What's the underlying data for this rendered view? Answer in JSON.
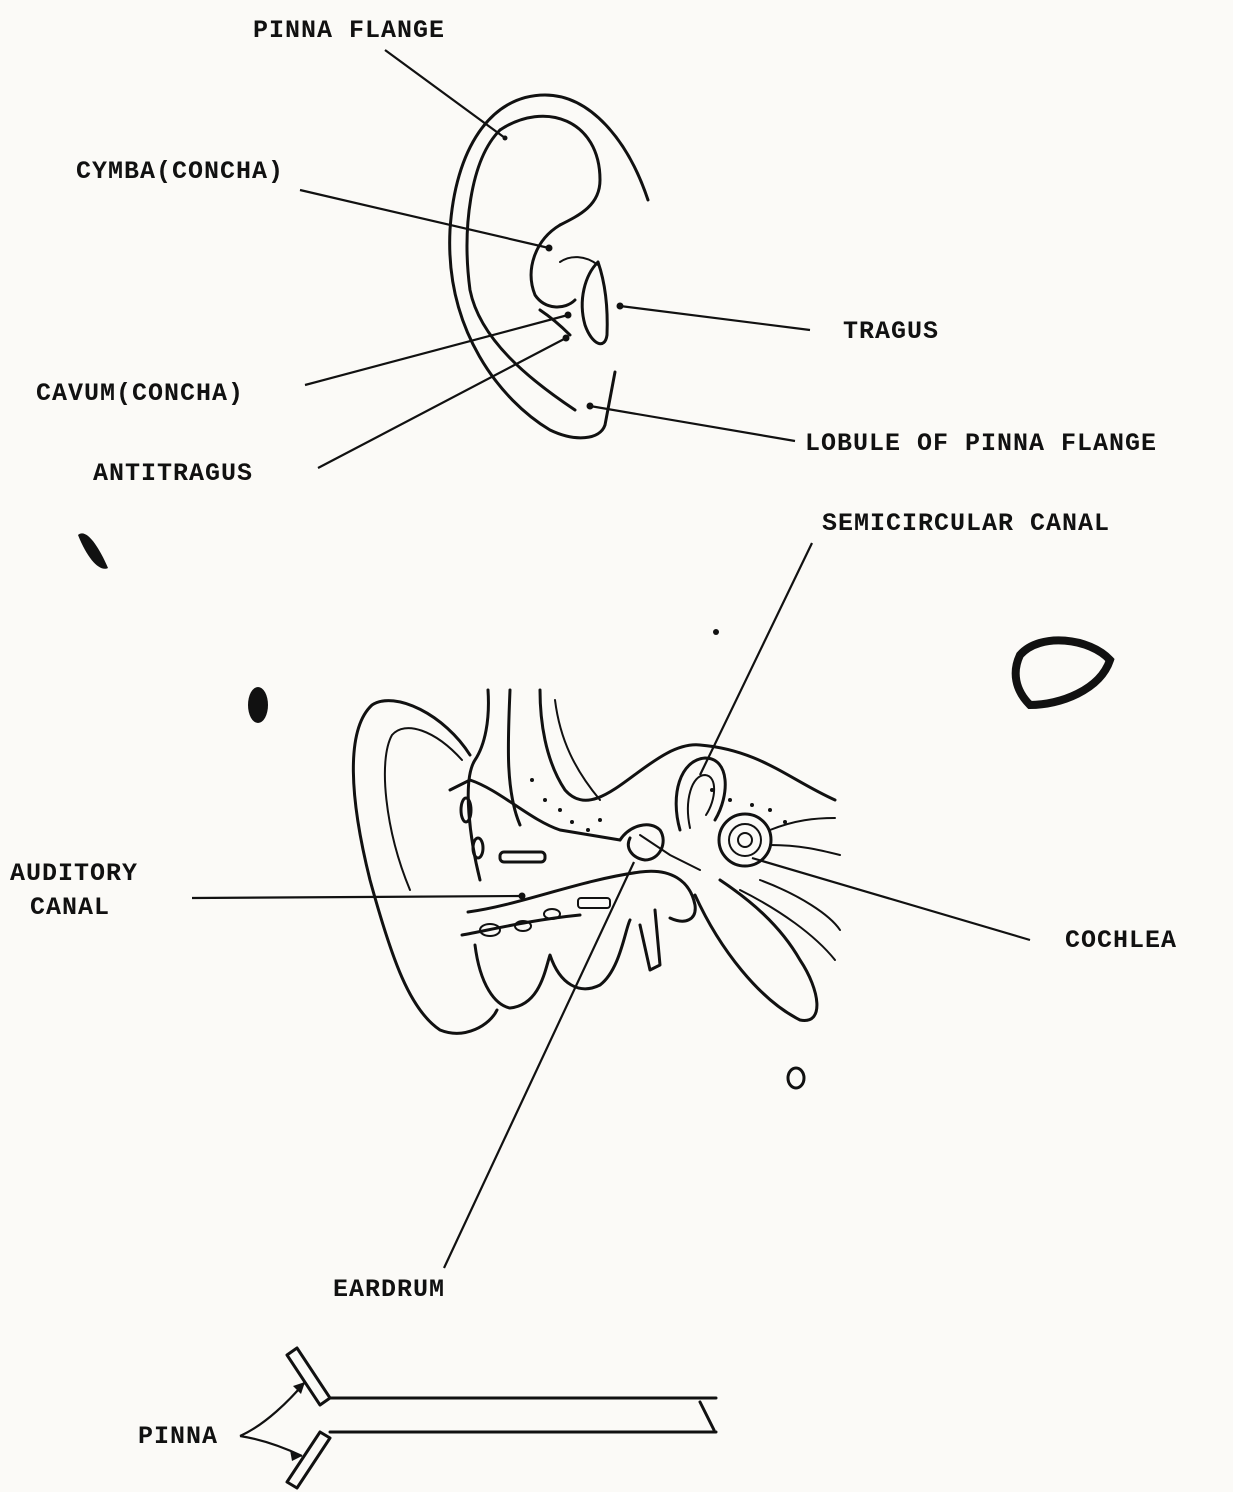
{
  "labels": {
    "pinna_flange": "PINNA FLANGE",
    "cymba": "CYMBA(CONCHA)",
    "tragus": "TRAGUS",
    "cavum": "CAVUM(CONCHA)",
    "antitragus": "ANTITRAGUS",
    "lobule": "LOBULE OF PINNA FLANGE",
    "semicircular_canal": "SEMICIRCULAR CANAL",
    "auditory_canal_line1": "AUDITORY",
    "auditory_canal_line2": "CANAL",
    "cochlea": "COCHLEA",
    "eardrum": "EARDRUM",
    "pinna": "PINNA"
  }
}
